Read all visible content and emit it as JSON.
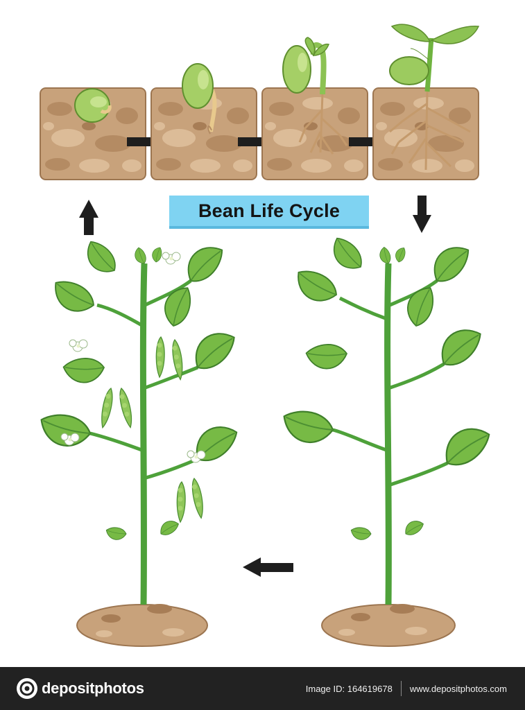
{
  "diagram": {
    "title": "Bean Life Cycle",
    "colors": {
      "soil": "#c8a27b",
      "soil_dark": "#a77d56",
      "bean": "#a5cf66",
      "leaf": "#77ba45",
      "stem": "#4ea13a",
      "arrow": "#1e1e1e",
      "title_bg": "#7fd3f2"
    }
  },
  "footer": {
    "brand": "depositphotos",
    "image_id": "Image ID: 164619678",
    "website": "www.depositphotos.com"
  }
}
